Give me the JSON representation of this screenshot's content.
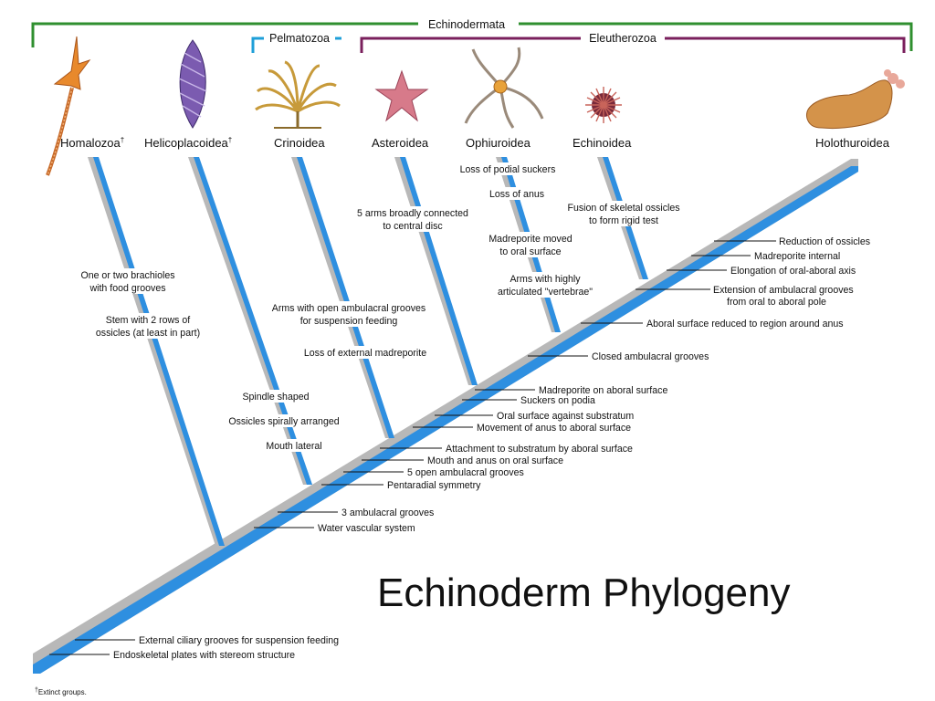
{
  "title": "Echinoderm Phylogeny",
  "footnote": "Extinct groups.",
  "footnote_mark": "†",
  "groups": {
    "echinodermata": "Echinodermata",
    "pelmatozoa": "Pelmatozoa",
    "eleutherozoa": "Eleutherozoa"
  },
  "colors": {
    "echinodermata_bracket": "#2f8f2f",
    "pelmatozoa_bracket": "#1e9fd8",
    "eleutherozoa_bracket": "#7a1f5c",
    "branch_blue": "#2e8fe0",
    "branch_shadow": "#b8b8b8"
  },
  "taxa": [
    {
      "name": "Homalozoa",
      "mark": "†"
    },
    {
      "name": "Helicoplacoidea",
      "mark": "†"
    },
    {
      "name": "Crinoidea",
      "mark": ""
    },
    {
      "name": "Asteroidea",
      "mark": ""
    },
    {
      "name": "Ophiuroidea",
      "mark": ""
    },
    {
      "name": "Echinoidea",
      "mark": ""
    },
    {
      "name": "Holothuroidea",
      "mark": ""
    }
  ],
  "branch_characters": {
    "homalozoa": [
      "One or two brachioles",
      "with food grooves",
      "Stem with 2 rows of",
      "ossicles (at least in part)"
    ],
    "helicoplacoidea": [
      "Spindle shaped",
      "Ossicles spirally arranged",
      "Mouth lateral"
    ],
    "crinoidea": [
      "Arms with open ambulacral grooves",
      "for suspension feeding",
      "Loss of external madreporite"
    ],
    "asteroidea": [
      "5 arms broadly connected",
      "to central disc"
    ],
    "ophiuroidea": [
      "Loss of podial suckers",
      "Loss of anus",
      "Madreporite moved",
      "to oral surface",
      "Arms with highly",
      "articulated \"vertebrae\""
    ],
    "echinoidea": [
      "Fusion of skeletal ossicles",
      "to form rigid test"
    ]
  },
  "trunk_characters": [
    "Reduction of ossicles",
    "Madreporite internal",
    "Elongation of oral-aboral axis",
    "Extension of ambulacral grooves",
    "from oral to aboral pole",
    "Aboral surface reduced to region around anus",
    "Closed ambulacral grooves",
    "Madreporite on aboral surface",
    "Suckers on podia",
    "Oral surface against substratum",
    "Movement of anus to aboral surface",
    "Attachment to substratum by aboral surface",
    "Mouth and anus on oral surface",
    "5 open ambulacral grooves",
    "Pentaradial symmetry",
    "3 ambulacral grooves",
    "Water vascular system",
    "External ciliary grooves for suspension feeding",
    "Endoskeletal plates with stereom structure"
  ]
}
